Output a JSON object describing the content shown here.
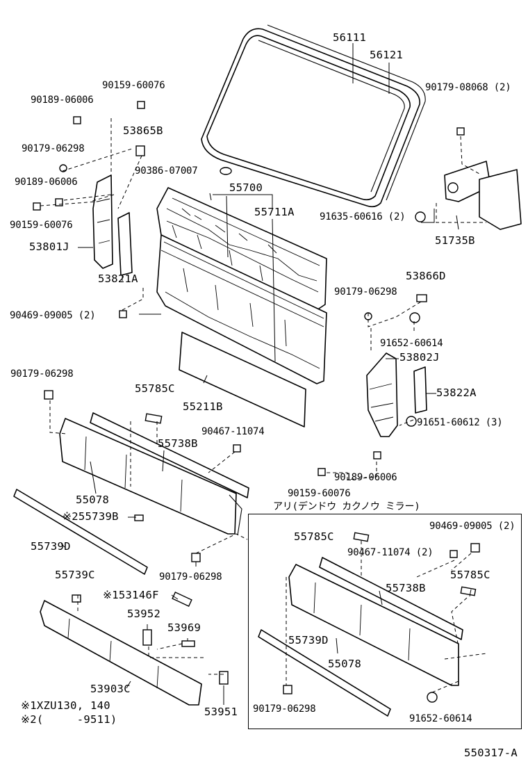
{
  "diagram_id": "550317-A",
  "subassembly_title": "アリ(デンドウ カクノウ ミラー)",
  "footnotes": [
    {
      "mark": "※1",
      "text": "XZU130, 140"
    },
    {
      "mark": "※2",
      "text": "(     -9511)"
    }
  ],
  "labels": {
    "p56111": "56111",
    "p56121": "56121",
    "p90179_08068": "90179-08068 (2)",
    "p90159_60076_a": "90159-60076",
    "p90189_06006_a": "90189-06006",
    "p53865B": "53865B",
    "p90179_06298_a": "90179-06298",
    "p90386_07007": "90386-07007",
    "p90189_06006_b": "90189-06006",
    "p55700": "55700",
    "p90159_60076_b": "90159-60076",
    "p55711A": "55711A",
    "p91635_60616": "91635-60616 (2)",
    "p51735B": "51735B",
    "p53801J": "53801J",
    "p53821A": "53821A",
    "p53866D": "53866D",
    "p90179_06298_b": "90179-06298",
    "p90469_09005_a": "90469-09005 (2)",
    "p91652_60614_a": "91652-60614",
    "p53802J": "53802J",
    "p90179_06298_c": "90179-06298",
    "p53822A": "53822A",
    "p55785C_a": "55785C",
    "p55211B": "55211B",
    "p91651_60612": "91651-60612 (3)",
    "p90467_11074_a": "90467-11074",
    "p55738B_a": "55738B",
    "p90189_06006_c": "90189-06006",
    "p90159_60076_c": "90159-60076",
    "p55078_a": "55078",
    "p55739B": "※255739B",
    "p90469_09005_b": "90469-09005 (2)",
    "p55739D_a": "55739D",
    "p55785C_b": "55785C",
    "p90467_11074_b": "90467-11074 (2)",
    "p90179_06298_d": "90179-06298",
    "p55739C": "55739C",
    "p55785C_c": "55785C",
    "p55738B_b": "55738B",
    "p53146F": "※153146F",
    "p53952": "53952",
    "p53969": "53969",
    "p55739D_b": "55739D",
    "p55078_b": "55078",
    "p53903C": "53903C",
    "p53951": "53951",
    "p90179_06298_e": "90179-06298",
    "p91652_60614_b": "91652-60614"
  }
}
